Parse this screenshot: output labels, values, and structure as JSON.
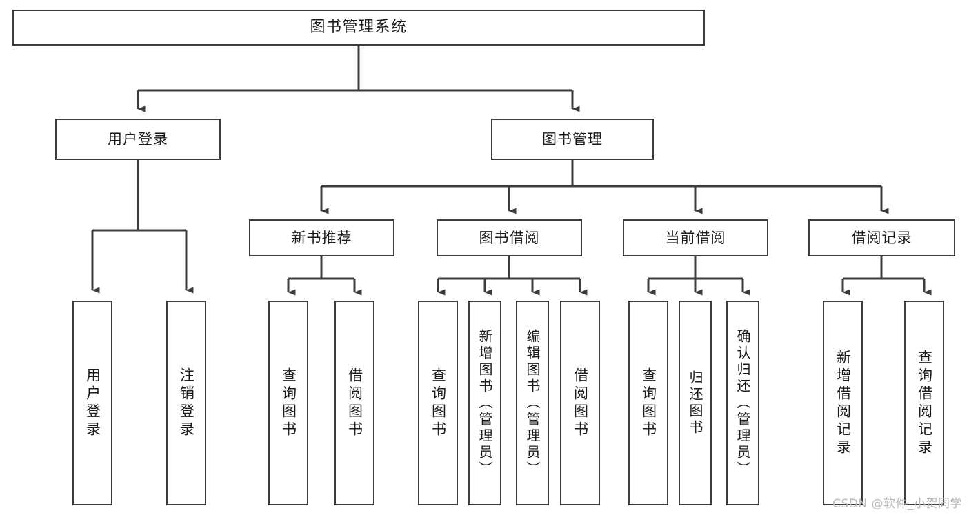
{
  "diagram": {
    "title": "图书管理系统",
    "type": "tree",
    "orientation": "top-down",
    "background_color": "#ffffff",
    "line_color": "#3c3c3c",
    "box_border_color": "#3c3c3c",
    "text_color": "#1c1c1c",
    "levels": 4
  },
  "nodes": {
    "root": {
      "label": "图书管理系统",
      "level": 1,
      "text_direction": "horizontal"
    },
    "level2": [
      {
        "id": "user-login",
        "label": "用户登录",
        "text_direction": "horizontal"
      },
      {
        "id": "book-manage",
        "label": "图书管理",
        "text_direction": "horizontal"
      }
    ],
    "level3": [
      {
        "id": "new-book-rec",
        "label": "新书推荐",
        "text_direction": "horizontal",
        "parent": "book-manage"
      },
      {
        "id": "book-borrow",
        "label": "图书借阅",
        "text_direction": "horizontal",
        "parent": "book-manage"
      },
      {
        "id": "current-borrow",
        "label": "当前借阅",
        "text_direction": "horizontal",
        "parent": "book-manage"
      },
      {
        "id": "borrow-record",
        "label": "借阅记录",
        "text_direction": "horizontal",
        "parent": "book-manage"
      }
    ],
    "leaves": [
      {
        "id": "leaf-user-login",
        "label": "用户登录",
        "parent": "user-login",
        "text_direction": "vertical"
      },
      {
        "id": "leaf-user-logout",
        "label": "注销登录",
        "parent": "user-login",
        "text_direction": "vertical"
      },
      {
        "id": "leaf-rec-query",
        "label": "查询图书",
        "parent": "new-book-rec",
        "text_direction": "vertical"
      },
      {
        "id": "leaf-rec-borrow",
        "label": "借阅图书",
        "parent": "new-book-rec",
        "text_direction": "vertical"
      },
      {
        "id": "leaf-borrow-query",
        "label": "查询图书",
        "parent": "book-borrow",
        "text_direction": "vertical"
      },
      {
        "id": "leaf-borrow-add",
        "label": "新增图书（管理员）",
        "parent": "book-borrow",
        "text_direction": "vertical"
      },
      {
        "id": "leaf-borrow-edit",
        "label": "编辑图书（管理员）",
        "parent": "book-borrow",
        "text_direction": "vertical"
      },
      {
        "id": "leaf-borrow-lend",
        "label": "借阅图书",
        "parent": "book-borrow",
        "text_direction": "vertical"
      },
      {
        "id": "leaf-cur-query",
        "label": "查询图书",
        "parent": "current-borrow",
        "text_direction": "vertical"
      },
      {
        "id": "leaf-cur-return",
        "label": "归还图书",
        "parent": "current-borrow",
        "text_direction": "vertical"
      },
      {
        "id": "leaf-cur-confirm",
        "label": "确认归还（管理员）",
        "parent": "current-borrow",
        "text_direction": "vertical"
      },
      {
        "id": "leaf-rec-add",
        "label": "新增借阅记录",
        "parent": "borrow-record",
        "text_direction": "vertical"
      },
      {
        "id": "leaf-rec-query-record",
        "label": "查询借阅记录",
        "parent": "borrow-record",
        "text_direction": "vertical"
      }
    ]
  },
  "watermark": {
    "text": "CSDN @软件_小贺同学"
  }
}
